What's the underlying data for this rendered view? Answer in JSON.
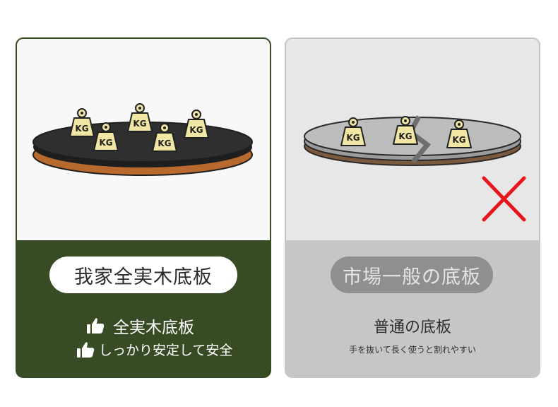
{
  "left_card": {
    "pill_label": "我家全実木底板",
    "feature_1": "全実木底板",
    "feature_2": "しっかり安定して安全",
    "weight_label": "KG",
    "colors": {
      "accent": "#374b24",
      "board_top": "#2f2f2f",
      "board_edge": "#b86a2e"
    },
    "icons": [
      "thumbs-up-icon",
      "weight-icon"
    ]
  },
  "right_card": {
    "pill_label": "市場一般の底板",
    "title": "普通の底板",
    "note": "手を抜いて長く使うと割れやすい",
    "weight_label": "KG",
    "colors": {
      "accent": "#8f8f8f",
      "board_top": "#bcbcbc",
      "cross": "#e8151c"
    },
    "icons": [
      "cross-icon",
      "crack-icon",
      "weight-icon"
    ]
  }
}
